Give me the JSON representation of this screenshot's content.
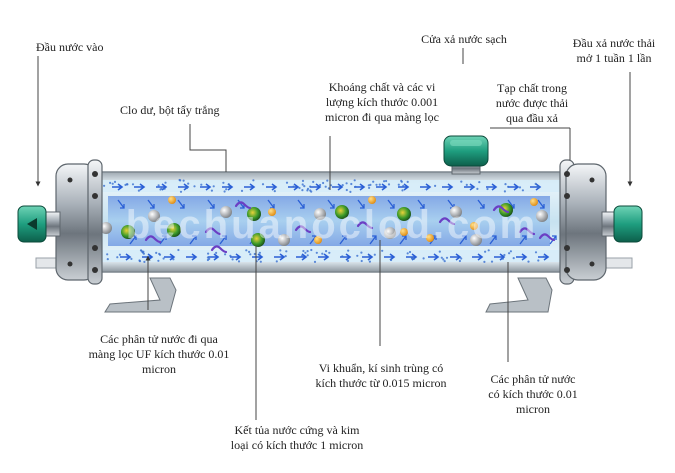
{
  "labels": {
    "inlet": "Đầu nước vào",
    "clean_outlet": "Cửa xả nước sạch",
    "flush_outlet": [
      "Đầu xả nước thải",
      "mở 1 tuần 1 lần"
    ],
    "minerals": [
      "Khoáng chất và các vi",
      "lượng kích thước 0.001",
      "micron đi qua màng lọc"
    ],
    "chlorine": "Clo dư, bột tẩy trắng",
    "impurities": [
      "Tạp chất trong",
      "nước được thải",
      "qua đầu xả"
    ],
    "uf_water": [
      "Các phân tử nước đi qua",
      "màng lọc UF kích thước 0.01",
      "micron"
    ],
    "bacteria": [
      "Vi khuẩn, kí sinh trùng có",
      "kích thước từ 0.015 micron"
    ],
    "water_molecules": [
      "Các phân tử nước",
      "có kích thước 0.01",
      "micron"
    ],
    "sediment": [
      "Kết tủa nước cứng và kim",
      "loại có kích thước 1 micron"
    ]
  },
  "watermark": "bechuanoclod.com",
  "colors": {
    "cap": "#1f9e7f",
    "tube_glass": "#cfe6f2",
    "flow_arrow": "#2a5fd6",
    "annotation_line": "#444444"
  }
}
